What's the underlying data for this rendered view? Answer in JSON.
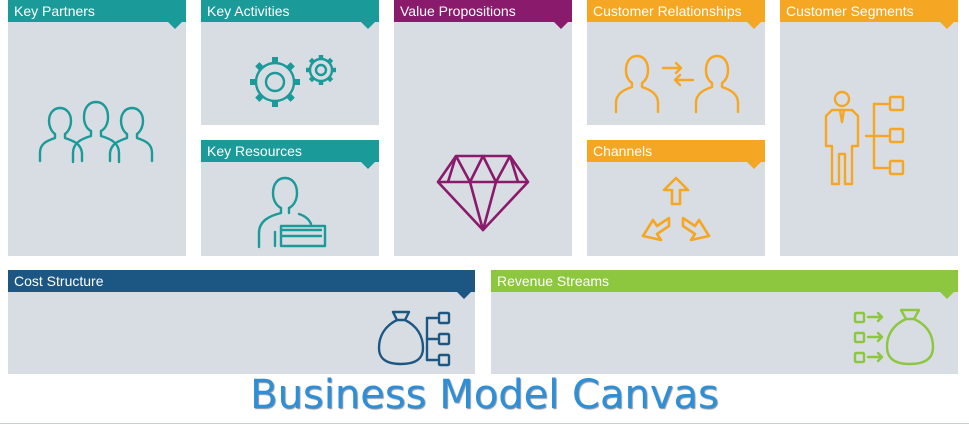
{
  "canvas": {
    "title": "Business Model Canvas"
  },
  "colors": {
    "teal": "#1a9a98",
    "purple": "#8a1a6b",
    "orange": "#f5a623",
    "navy": "#1c5683",
    "green": "#8dc63f",
    "panel": "#d8dde3",
    "title": "#2f8fd6"
  },
  "blocks": {
    "key_partners": {
      "label": "Key Partners",
      "icon": "people-group-icon"
    },
    "key_activities": {
      "label": "Key Activities",
      "icon": "gears-icon"
    },
    "key_resources": {
      "label": "Key Resources",
      "icon": "person-with-money-icon"
    },
    "value_propositions": {
      "label": "Value Propositions",
      "icon": "diamond-icon"
    },
    "customer_relationships": {
      "label": "Customer Relationships",
      "icon": "exchange-people-icon"
    },
    "channels": {
      "label": "Channels",
      "icon": "distribution-arrows-icon"
    },
    "customer_segments": {
      "label": "Customer Segments",
      "icon": "person-hierarchy-icon"
    },
    "cost_structure": {
      "label": "Cost Structure",
      "icon": "money-bag-hierarchy-icon"
    },
    "revenue_streams": {
      "label": "Revenue Streams",
      "icon": "money-bag-inflow-icon"
    }
  }
}
